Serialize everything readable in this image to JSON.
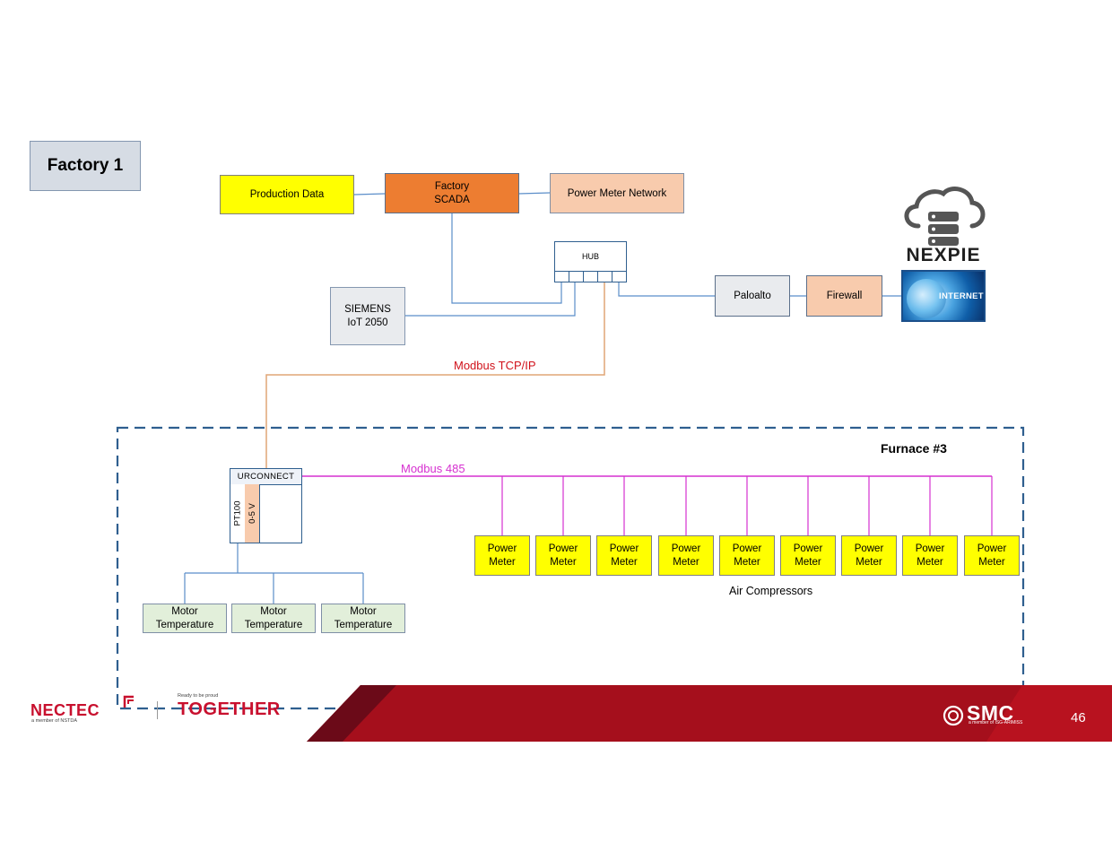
{
  "slide": {
    "title": "Factory 1",
    "page_number": "46"
  },
  "nodes": {
    "production_data": "Production Data",
    "factory_scada": "Factory\nSCADA",
    "power_meter_network": "Power Meter Network",
    "hub": "HUB",
    "siemens": "SIEMENS\nIoT 2050",
    "paloalto": "Paloalto",
    "firewall": "Firewall",
    "nexpie_logo": "NEXPIE",
    "internet_label": "INTERNET",
    "urconnect": "URCONNECT",
    "pt100": "PT100",
    "volt": "0-5 V"
  },
  "links": {
    "modbus_tcp": "Modbus TCP/IP",
    "modbus_485": "Modbus 485"
  },
  "furnace": {
    "title": "Furnace #3"
  },
  "motor_temps": [
    "Motor\nTemperature",
    "Motor\nTemperature",
    "Motor\nTemperature"
  ],
  "power_meters": [
    "Power\nMeter",
    "Power\nMeter",
    "Power\nMeter",
    "Power\nMeter",
    "Power\nMeter",
    "Power\nMeter",
    "Power\nMeter",
    "Power\nMeter",
    "Power\nMeter"
  ],
  "air_compressors_label": "Air Compressors",
  "footer": {
    "nectec": "NECTEC",
    "nectec_sub": "a member of NSTDA",
    "together_small": "Ready to be proud",
    "together": "TOGETHER",
    "smc": "SMC",
    "smc_sub": "a member of ISG-ARIMISS"
  },
  "colors": {
    "yellow": "#ffff00",
    "scada_orange": "#ed7d31",
    "peach": "#f8cbad",
    "grey_box": "#e9ebee",
    "light_green": "#e2efda",
    "title_box": "#d6dce4",
    "modbus_tcp_line": "#e0a577",
    "modbus_485_line": "#d630d0",
    "network_line": "#5b8ec9",
    "footer_red": "#a50f1c",
    "footer_dark": "#6b0a18"
  }
}
